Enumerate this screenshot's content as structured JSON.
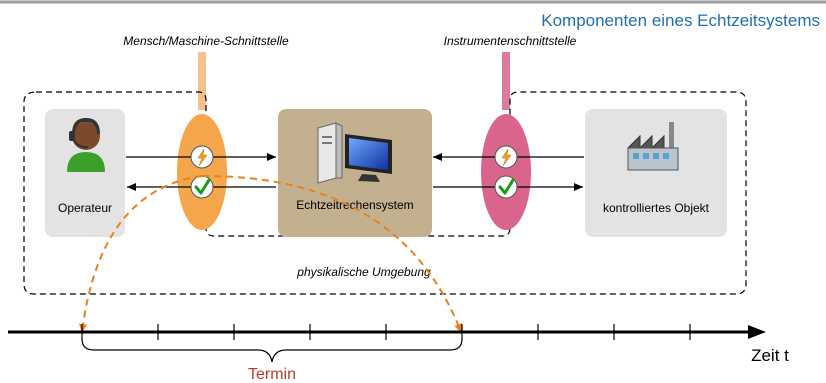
{
  "header": {
    "title": "Komponenten eines Echtzeitsystems",
    "accent_color": "#1f6fb2"
  },
  "interfaces": {
    "human_machine": {
      "label": "Mensch/Maschine-Schnittstelle",
      "color": "#f5a54a"
    },
    "instrument": {
      "label": "Instrumentenschnittstelle",
      "color": "#d9668a"
    }
  },
  "components": {
    "operator": {
      "label": "Operateur",
      "icon": "operator-headset-icon"
    },
    "realtime_system": {
      "label": "Echtzeitrechensystem",
      "icon": "computer-workstation-icon",
      "color": "#c2b08e"
    },
    "controlled_object": {
      "label": "kontrolliertes Objekt",
      "icon": "factory-icon"
    }
  },
  "environment": {
    "label": "physikalische Umgebung"
  },
  "timeline": {
    "axis_label": "Zeit t",
    "deadline_label": "Termin",
    "deadline_color": "#c0392b",
    "arrow_color": "#e8821e"
  },
  "symbols": {
    "event": "lightning-icon",
    "accepted": "check-mark-icon"
  }
}
